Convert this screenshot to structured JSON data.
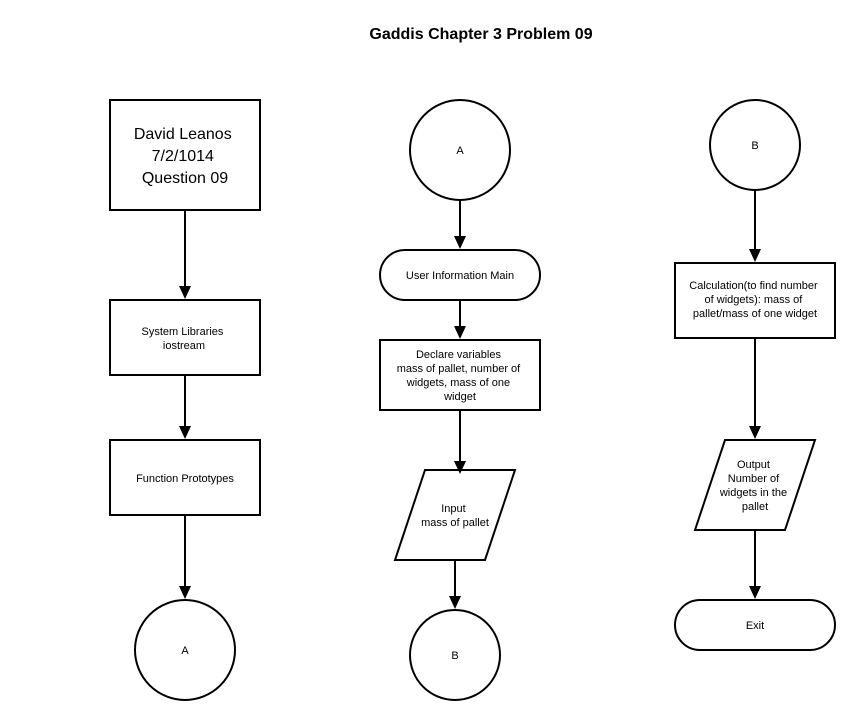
{
  "diagram": {
    "title": "Gaddis Chapter 3 Problem 09",
    "nodes": {
      "header": [
        "David Leanos",
        "7/2/1014",
        "Question 09"
      ],
      "libraries": [
        "System Libraries",
        "iostream"
      ],
      "prototypes": [
        "Function Prototypes"
      ],
      "connector_a1": [
        "A"
      ],
      "connector_a2": [
        "A"
      ],
      "user_info": [
        "User Information Main"
      ],
      "declare": [
        "Declare variables",
        "mass of pallet, number of",
        "widgets, mass of one",
        "widget"
      ],
      "input": [
        "Input",
        "mass of pallet"
      ],
      "connector_b1": [
        "B"
      ],
      "connector_b2": [
        "B"
      ],
      "calculation": [
        "Calculation(to find number",
        "of widgets): mass of",
        "pallet/mass of one widget"
      ],
      "output": [
        "Output",
        "Number of",
        "widgets in the",
        "pallet"
      ],
      "exit": [
        "Exit"
      ]
    }
  }
}
